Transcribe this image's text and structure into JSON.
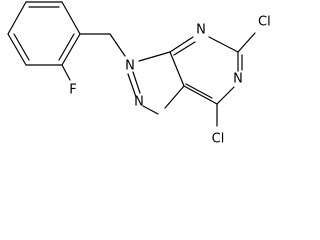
{
  "structure": {
    "atom_labels": {
      "cl_top": "Cl",
      "cl_bottom": "Cl",
      "n1": "N",
      "n3": "N",
      "n7": "N",
      "n9": "N",
      "f": "F"
    }
  },
  "colors": {
    "bond": "#000000",
    "label": "#000000",
    "background": "#ffffff"
  }
}
